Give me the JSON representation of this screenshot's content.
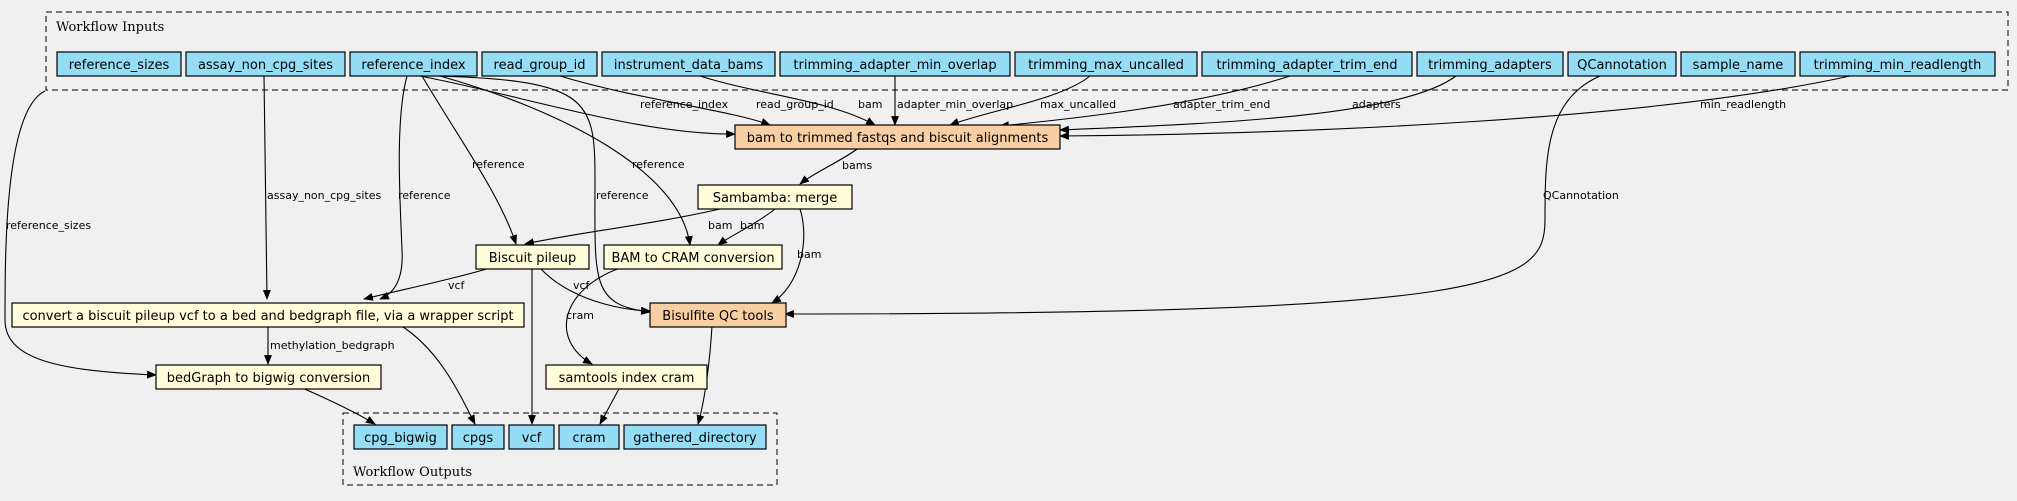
{
  "clusters": {
    "inputs_label": "Workflow Inputs",
    "outputs_label": "Workflow Outputs"
  },
  "colors": {
    "io": "#94ddf4",
    "step": "#fffcd9",
    "subworkflow": "#f7cfa3"
  },
  "nodes": {
    "reference_sizes": "reference_sizes",
    "assay_non_cpg_sites": "assay_non_cpg_sites",
    "reference_index": "reference_index",
    "read_group_id": "read_group_id",
    "instrument_data_bams": "instrument_data_bams",
    "trimming_adapter_min_overlap": "trimming_adapter_min_overlap",
    "trimming_max_uncalled": "trimming_max_uncalled",
    "trimming_adapter_trim_end": "trimming_adapter_trim_end",
    "trimming_adapters": "trimming_adapters",
    "QCannotation": "QCannotation",
    "sample_name": "sample_name",
    "trimming_min_readlength": "trimming_min_readlength",
    "bam_to_trimmed": "bam to trimmed fastqs and biscuit alignments",
    "sambamba_merge": "Sambamba: merge",
    "biscuit_pileup": "Biscuit pileup",
    "bam_to_cram": "BAM to CRAM conversion",
    "bisulfite_qc": "Bisulfite QC tools",
    "convert_pileup": "convert a biscuit pileup vcf to a bed and bedgraph file, via a wrapper script",
    "samtools_index": "samtools index cram",
    "bedgraph_to_bigwig": "bedGraph to bigwig conversion",
    "out_cpg_bigwig": "cpg_bigwig",
    "out_cpgs": "cpgs",
    "out_vcf": "vcf",
    "out_cram": "cram",
    "out_gathered": "gathered_directory"
  },
  "edge_labels": {
    "reference_index": "reference_index",
    "read_group_id": "read_group_id",
    "bam": "bam",
    "adapter_min_overlap": "adapter_min_overlap",
    "max_uncalled": "max_uncalled",
    "adapter_trim_end": "adapter_trim_end",
    "adapters": "adapters",
    "min_readlength": "min_readlength",
    "bams": "bams",
    "reference_sizes": "reference_sizes",
    "assay_non_cpg_sites": "assay_non_cpg_sites",
    "reference": "reference",
    "QCannotation": "QCannotation",
    "vcf": "vcf",
    "cram": "cram",
    "methylation_bedgraph": "methylation_bedgraph"
  }
}
